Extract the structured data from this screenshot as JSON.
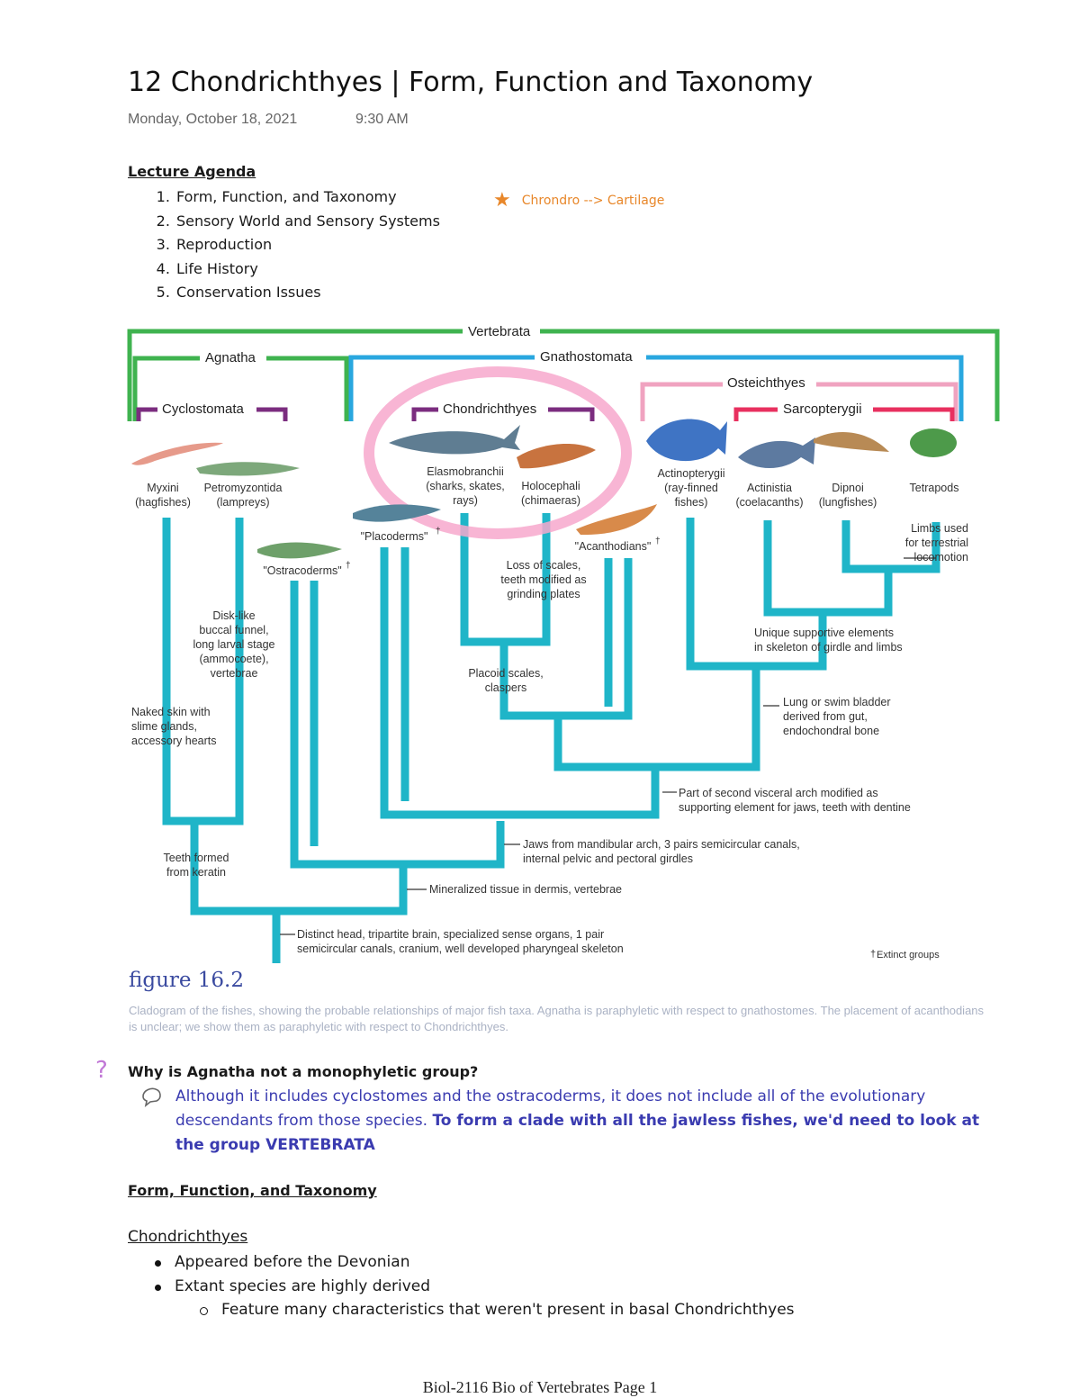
{
  "page": {
    "title": "12 Chondrichthyes | Form, Function and Taxonomy",
    "date": "Monday, October 18, 2021",
    "time": "9:30 AM"
  },
  "agenda": {
    "heading": "Lecture Agenda",
    "items": [
      "Form, Function, and Taxonomy",
      "Sensory World and Sensory Systems",
      "Reproduction",
      "Life History",
      "Conservation Issues"
    ],
    "note": "Chrondro --> Cartilage"
  },
  "figure": {
    "clades": {
      "vertebrata": "Vertebrata",
      "agnatha": "Agnatha",
      "gnathostomata": "Gnathostomata",
      "cyclostomata": "Cyclostomata",
      "chondrichthyes": "Chondrichthyes",
      "osteichthyes": "Osteichthyes",
      "sarcopterygii": "Sarcopterygii"
    },
    "taxa": {
      "myxini": [
        "Myxini",
        "(hagfishes)"
      ],
      "petromyzontida": [
        "Petromyzontida",
        "(lampreys)"
      ],
      "elasmobranchii": [
        "Elasmobranchii",
        "(sharks, skates,",
        "rays)"
      ],
      "holocephali": [
        "Holocephali",
        "(chimaeras)"
      ],
      "actinopterygii": [
        "Actinopterygii",
        "(ray-finned",
        "fishes)"
      ],
      "actinistia": [
        "Actinistia",
        "(coelacanths)"
      ],
      "dipnoi": [
        "Dipnoi",
        "(lungfishes)"
      ],
      "tetrapods": [
        "Tetrapods"
      ],
      "placoderms": "\"Placoderms\"",
      "ostracoderms": "\"Ostracoderms\"",
      "acanthodians": "\"Acanthodians\""
    },
    "characters": {
      "limbs": [
        "Limbs used",
        "for terrestrial",
        "locomotion"
      ],
      "loss_scales": [
        "Loss of scales,",
        "teeth modified as",
        "grinding plates"
      ],
      "unique_support": [
        "Unique supportive elements",
        "in skeleton of girdle and limbs"
      ],
      "disk": [
        "Disk-like",
        "buccal funnel,",
        "long larval stage",
        "(ammocoete),",
        "vertebrae"
      ],
      "placoid": [
        "Placoid scales,",
        "claspers"
      ],
      "lung": [
        "Lung or swim bladder",
        "derived from gut,",
        "endochondral bone"
      ],
      "naked": [
        "Naked skin with",
        "slime glands,",
        "accessory hearts"
      ],
      "second_arch": [
        "Part of second visceral arch modified as",
        "supporting element for jaws, teeth with dentine"
      ],
      "teeth_keratin": [
        "Teeth formed",
        "from keratin"
      ],
      "jaws": [
        "Jaws from mandibular arch, 3 pairs semicircular canals,",
        "internal pelvic and pectoral girdles"
      ],
      "mineralized": [
        "Mineralized tissue in dermis, vertebrae"
      ],
      "distinct_head": [
        "Distinct head, tripartite brain, specialized sense organs, 1 pair",
        "semicircular canals, cranium, well developed pharyngeal skeleton"
      ]
    },
    "dagger": "†",
    "extinct": "Extinct groups",
    "label": "figure 16.2",
    "caption": "Cladogram of the fishes, showing the probable relationships of major fish taxa. Agnatha is paraphyletic with respect to gnathostomes. The placement of acanthodians is unclear; we show them as paraphyletic with respect to Chondrichthyes.",
    "colors": {
      "branch": "#1fb5c8",
      "vertebrata": "#3fb34f",
      "gnathostomata": "#29a7df",
      "osteichthyes": "#f0a3c0",
      "purple": "#7b2d7f",
      "sarco": "#e8305f",
      "highlight": "#f7a8cc"
    }
  },
  "question": {
    "mark": "?",
    "text": "Why is Agnatha not a monophyletic group?",
    "answer_part1": "Although it includes cyclostomes and the ostracoderms, it does not include all of the evolutionary descendants from those species.",
    "answer_part2": "To form a clade with all the jawless fishes, we'd need to look at the group VERTEBRATA"
  },
  "section": {
    "heading": "Form, Function, and Taxonomy",
    "subheading": "Chondrichthyes",
    "bullets": [
      "Appeared before the Devonian",
      "Extant species are highly derived"
    ],
    "sub_bullets": [
      "Feature many characteristics that weren't present in basal Chondrichthyes"
    ]
  },
  "footer": "Biol-2116 Bio of Vertebrates Page 1"
}
